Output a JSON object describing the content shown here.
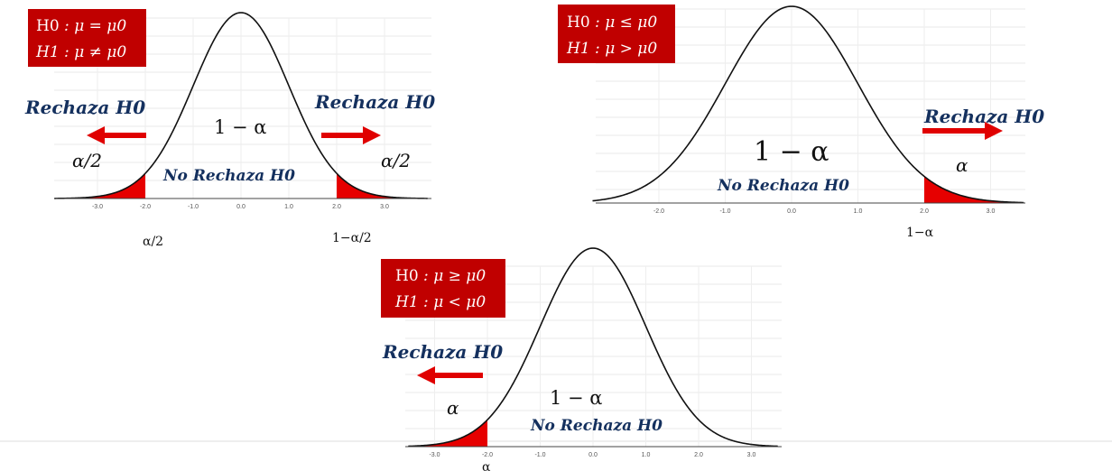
{
  "colors": {
    "reject_region": "#e60000",
    "hypothesis_box": "#c00000",
    "arrow": "#e00000",
    "label_navy": "#14305e",
    "curve": "#111111",
    "grid": "#e6e6e6"
  },
  "panels": [
    {
      "id": "two-tailed",
      "hypothesis": {
        "h0_symbol": "H0",
        "h0_relation": "μ = μ0",
        "h1_symbol": "H1",
        "h1_relation": "μ ≠ μ0"
      },
      "reject_left_label": "Rechaza H0",
      "reject_right_label": "Rechaza H0",
      "no_reject_label": "No Rechaza H0",
      "acceptance_label": "1 − α",
      "left_tail_label": "α/2",
      "right_tail_label": "α/2",
      "critical_left_label": "α/2",
      "critical_right_label": "1−α/2",
      "ticks": [
        "-3.0",
        "-2.0",
        "-1.0",
        "0.0",
        "1.0",
        "2.0",
        "3.0"
      ],
      "tails": {
        "left": true,
        "right": true
      }
    },
    {
      "id": "right-tailed",
      "hypothesis": {
        "h0_symbol": "H0",
        "h0_relation": "μ ≤ μ0",
        "h1_symbol": "H1",
        "h1_relation": "μ > μ0"
      },
      "reject_right_label": "Rechaza H0",
      "no_reject_label": "No Rechaza H0",
      "acceptance_label": "1 − α",
      "right_tail_label": "α",
      "critical_right_label": "1−α",
      "ticks": [
        "-2.0",
        "-1.0",
        "0.0",
        "1.0",
        "2.0",
        "3.0"
      ],
      "tails": {
        "left": false,
        "right": true
      }
    },
    {
      "id": "left-tailed",
      "hypothesis": {
        "h0_symbol": "H0",
        "h0_relation": "μ ≥ μ0",
        "h1_symbol": "H1",
        "h1_relation": "μ < μ0"
      },
      "reject_left_label": "Rechaza H0",
      "no_reject_label": "No Rechaza H0",
      "acceptance_label": "1 − α",
      "left_tail_label": "α",
      "critical_left_label": "α",
      "ticks": [
        "-3.0",
        "-2.0",
        "-1.0",
        "0.0",
        "1.0",
        "2.0",
        "3.0"
      ],
      "tails": {
        "left": true,
        "right": false
      }
    }
  ]
}
